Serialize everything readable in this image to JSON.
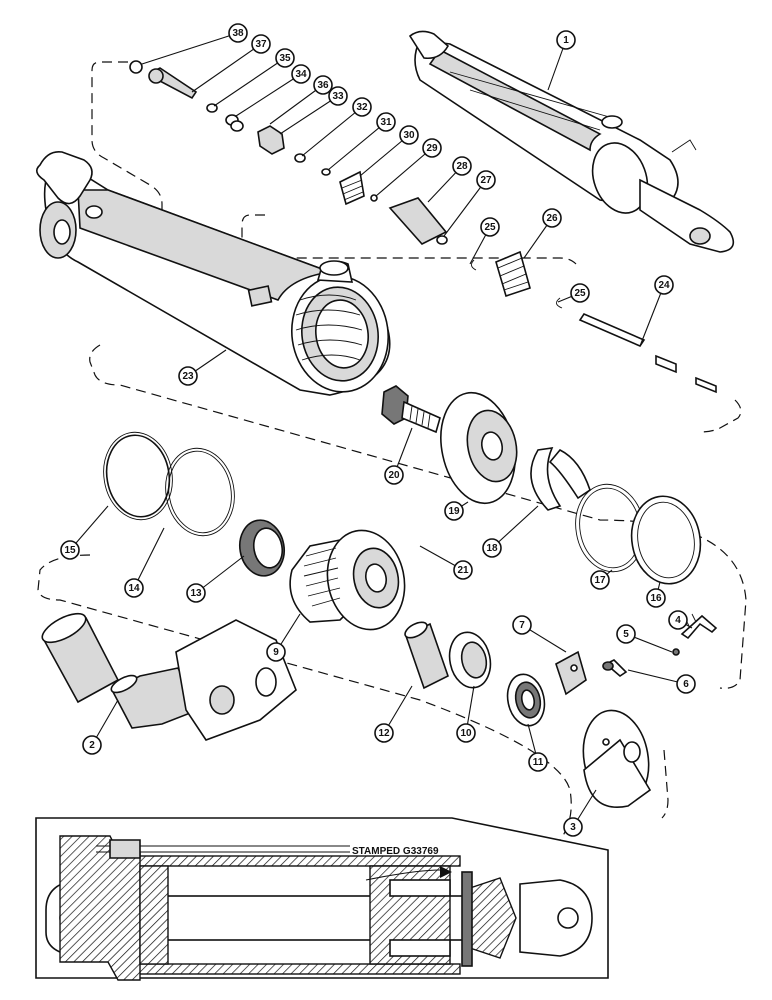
{
  "callouts": [
    {
      "num": "1"
    },
    {
      "num": "2"
    },
    {
      "num": "3"
    },
    {
      "num": "4"
    },
    {
      "num": "5"
    },
    {
      "num": "6"
    },
    {
      "num": "7"
    },
    {
      "num": "9"
    },
    {
      "num": "10"
    },
    {
      "num": "11"
    },
    {
      "num": "12"
    },
    {
      "num": "13"
    },
    {
      "num": "14"
    },
    {
      "num": "15"
    },
    {
      "num": "16"
    },
    {
      "num": "17"
    },
    {
      "num": "18"
    },
    {
      "num": "19"
    },
    {
      "num": "20"
    },
    {
      "num": "21"
    },
    {
      "num": "23"
    },
    {
      "num": "24"
    },
    {
      "num": "25"
    },
    {
      "num": "25"
    },
    {
      "num": "26"
    },
    {
      "num": "27"
    },
    {
      "num": "28"
    },
    {
      "num": "29"
    },
    {
      "num": "30"
    },
    {
      "num": "31"
    },
    {
      "num": "32"
    },
    {
      "num": "33"
    },
    {
      "num": "34"
    },
    {
      "num": "35"
    },
    {
      "num": "36"
    },
    {
      "num": "37"
    },
    {
      "num": "38"
    }
  ],
  "inset": {
    "stamp_label": "STAMPED G33769"
  }
}
